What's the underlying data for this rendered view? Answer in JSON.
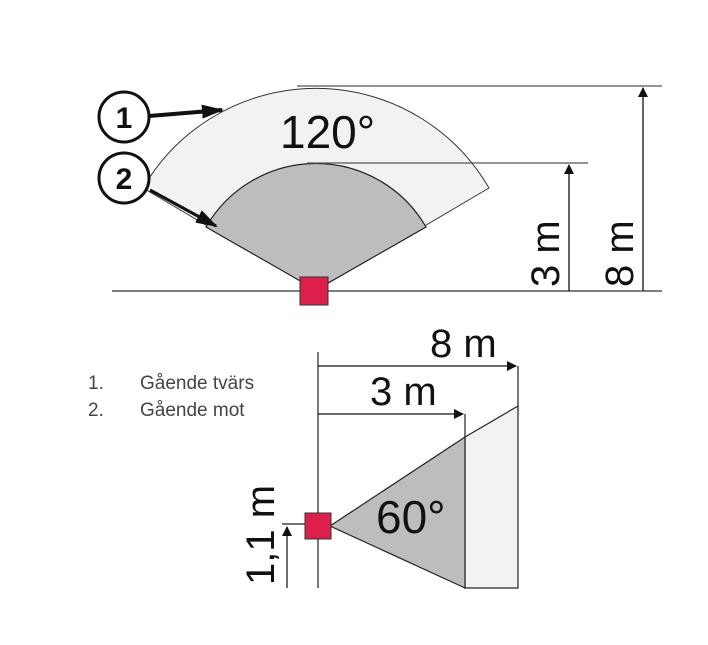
{
  "top_view": {
    "angle_label": "120°",
    "marker_1": "1",
    "marker_2": "2",
    "dim_near": "3 m",
    "dim_far": "8 m"
  },
  "side_view": {
    "angle_label": "60°",
    "dim_near": "3 m",
    "dim_far": "8 m",
    "height": "1,1 m"
  },
  "legend": [
    {
      "num": "1.",
      "label": "Gående tvärs"
    },
    {
      "num": "2.",
      "label": "Gående mot"
    }
  ],
  "colors": {
    "sensor": "#dc1f4b",
    "near_zone": "#bdbdbd",
    "far_zone": "#f2f2f2"
  }
}
